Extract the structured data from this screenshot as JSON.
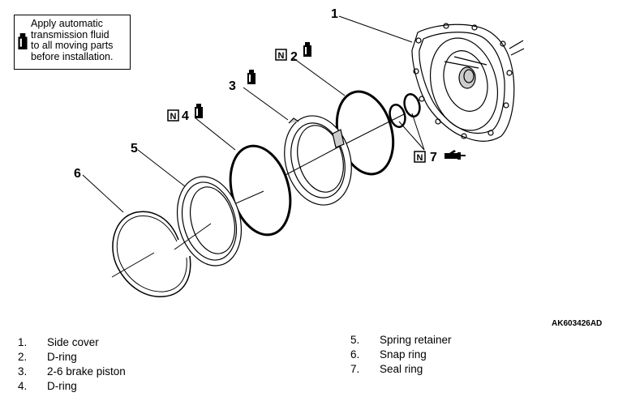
{
  "note": {
    "text": "Apply automatic\ntransmission fluid\nto all moving parts\nbefore installation.",
    "icon": "fluid-bottle-icon"
  },
  "figure_code": "AK603426AD",
  "callouts": {
    "c1": "1",
    "c2": "2",
    "c3": "3",
    "c4": "4",
    "c5": "5",
    "c6": "6",
    "c7": "7",
    "n_mark": "N"
  },
  "legend_left": [
    {
      "num": "1.",
      "label": "Side cover"
    },
    {
      "num": "2.",
      "label": "D-ring"
    },
    {
      "num": "3.",
      "label": "2-6 brake piston"
    },
    {
      "num": "4.",
      "label": "D-ring"
    }
  ],
  "legend_right": [
    {
      "num": "5.",
      "label": "Spring retainer"
    },
    {
      "num": "6.",
      "label": "Snap ring"
    },
    {
      "num": "7.",
      "label": "Seal ring"
    }
  ],
  "colors": {
    "line": "#000000",
    "background": "#ffffff",
    "shade": "#cccccc"
  }
}
